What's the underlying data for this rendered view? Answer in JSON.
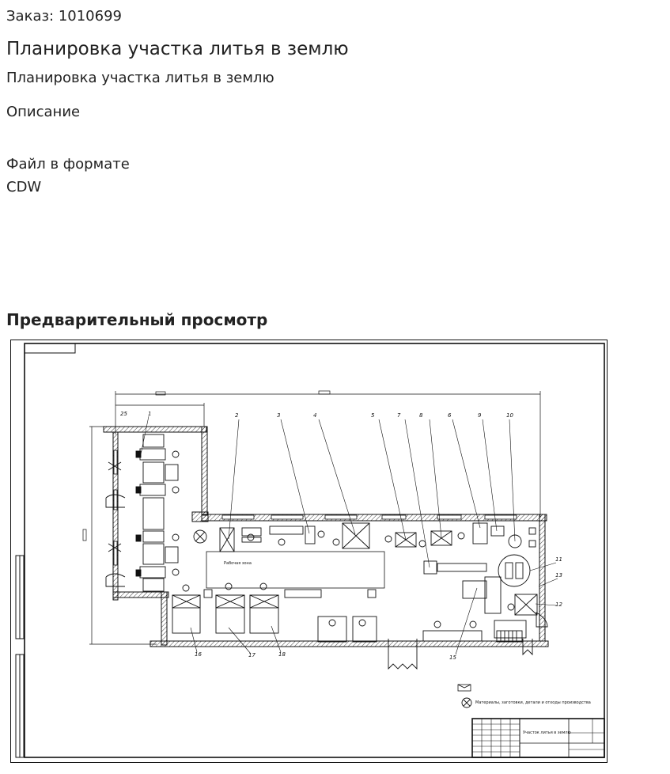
{
  "order": {
    "text": "Заказ: 1010699"
  },
  "page_title": "Планировка участка литья в землю",
  "subtitle": "Планировка участка литья в землю",
  "description_heading": "Описание",
  "file_note": "Файл в формате CDW",
  "preview": {
    "heading": "Предварительный просмотр",
    "drawing": {
      "callouts": [
        "25",
        "1",
        "2",
        "3",
        "4",
        "5",
        "7",
        "8",
        "6",
        "9",
        "10",
        "11",
        "13",
        "12",
        "16",
        "17",
        "18",
        "15"
      ],
      "area_label": "Рабочая зона",
      "legend_text": "Материалы, заготовки, детали и отходы производства",
      "stamp_title": "Участок литья в землю"
    }
  }
}
